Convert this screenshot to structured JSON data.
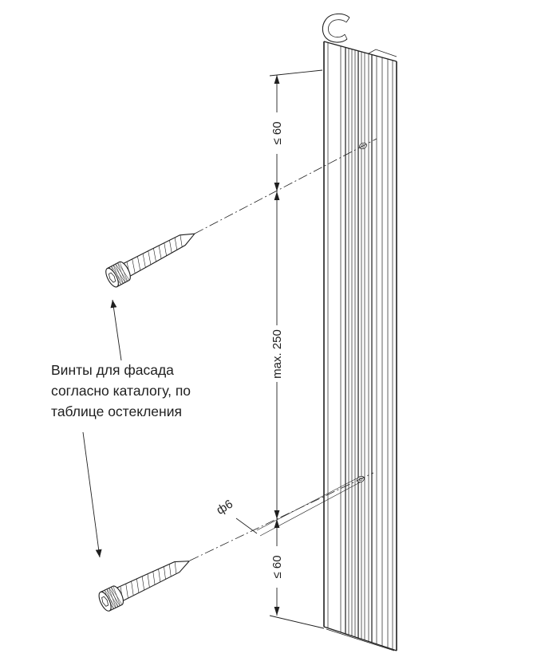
{
  "drawing": {
    "note": {
      "lines": [
        "Винты для фасада",
        "согласно каталогу, по",
        "таблице остекления"
      ]
    },
    "dimensions": {
      "top_edge_to_hole": "≤ 60",
      "hole_to_hole": "max. 250",
      "hole_to_bottom_edge": "≤ 60",
      "hole_diameter": "ф6"
    },
    "colors": {
      "ink": "#1f1f1f",
      "background": "#ffffff"
    }
  }
}
